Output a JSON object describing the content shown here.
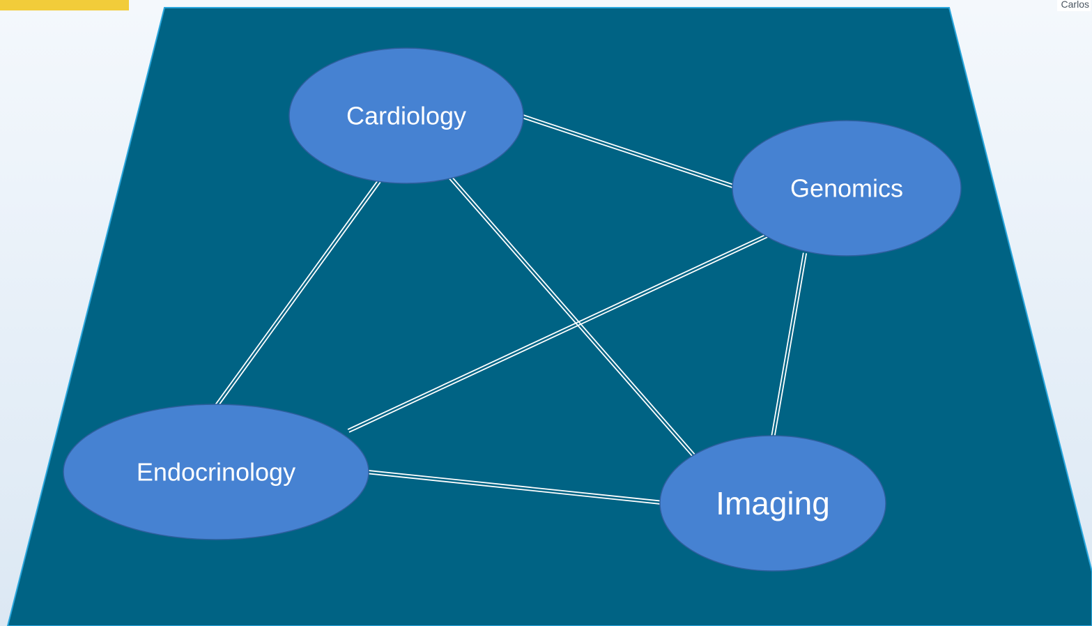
{
  "colors": {
    "accent_bar": "#f2cc3a",
    "panel_fill": "#006384",
    "panel_edge": "#2aa6dc",
    "node_fill": "#4682d2",
    "node_stroke": "#2f5f9e",
    "edge_line": "#ffffff",
    "background": "#e9f1f9"
  },
  "corner_text": "Carlos",
  "nodes": [
    {
      "id": "cardiology",
      "label": "Cardiology"
    },
    {
      "id": "genomics",
      "label": "Genomics"
    },
    {
      "id": "endocrinology",
      "label": "Endocrinology"
    },
    {
      "id": "imaging",
      "label": "Imaging"
    }
  ],
  "edges": [
    {
      "from": "cardiology",
      "to": "genomics"
    },
    {
      "from": "cardiology",
      "to": "endocrinology"
    },
    {
      "from": "cardiology",
      "to": "imaging"
    },
    {
      "from": "genomics",
      "to": "endocrinology"
    },
    {
      "from": "genomics",
      "to": "imaging"
    },
    {
      "from": "endocrinology",
      "to": "imaging"
    }
  ]
}
